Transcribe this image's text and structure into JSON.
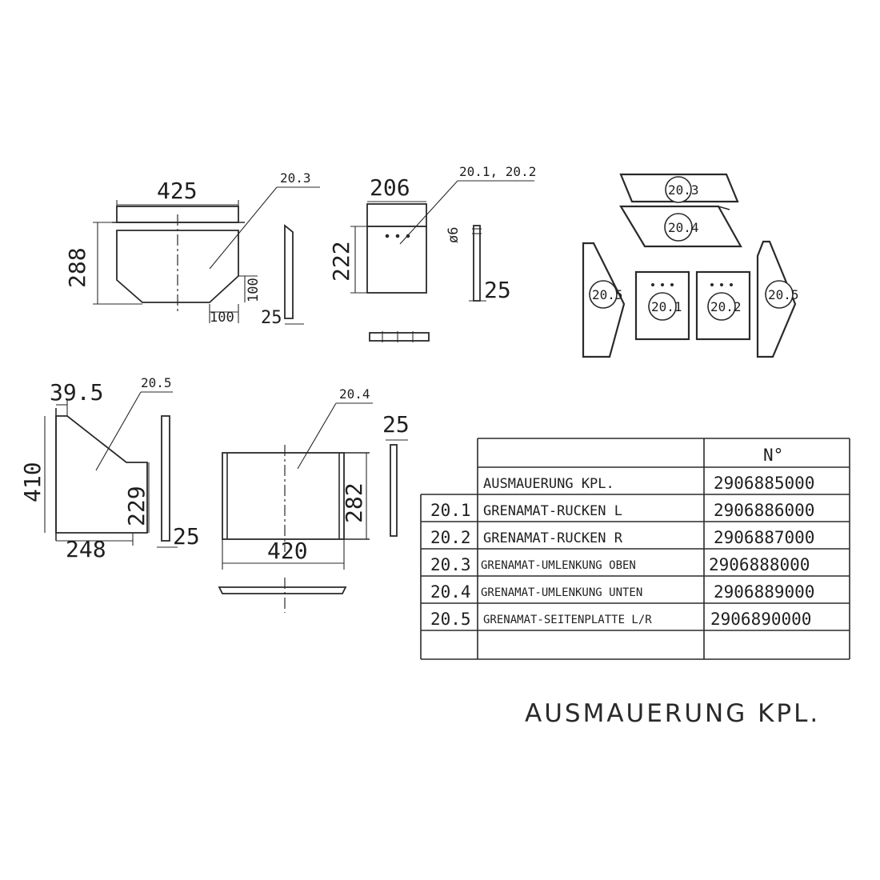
{
  "drawings": {
    "p203": {
      "width": "425",
      "height": "288",
      "label": "20.3",
      "cut_h": "100",
      "cut_v": "100",
      "thickness": "25"
    },
    "p201": {
      "width": "206",
      "height": "222",
      "label": "20.1, 20.2",
      "hole": "ø6",
      "thickness": "25"
    },
    "p205": {
      "top": "39.5",
      "height": "410",
      "label": "20.5",
      "bottom": "248",
      "inner": "229",
      "thickness": "25"
    },
    "p204": {
      "width": "420",
      "height": "282",
      "label": "20.4",
      "thickness": "25"
    }
  },
  "iso_badges": {
    "top": "20.3",
    "second": "20.4",
    "left": "20.5",
    "right": "20.5",
    "back_l": "20.1",
    "back_r": "20.2"
  },
  "table": {
    "header": "N°",
    "rows": [
      {
        "num": "",
        "name": "AUSMAUERUNG KPL.",
        "article": "2906885000"
      },
      {
        "num": "20.1",
        "name": "GRENAMAT-RUCKEN L",
        "article": "2906886000"
      },
      {
        "num": "20.2",
        "name": "GRENAMAT-RUCKEN R",
        "article": "2906887000"
      },
      {
        "num": "20.3",
        "name": "GRENAMAT-UMLENKUNG OBEN",
        "article": "2906888000"
      },
      {
        "num": "20.4",
        "name": "GRENAMAT-UMLENKUNG UNTEN",
        "article": "2906889000"
      },
      {
        "num": "20.5",
        "name": "GRENAMAT-SEITENPLATTE L/R",
        "article": "2906890000"
      },
      {
        "num": "",
        "name": "",
        "article": ""
      }
    ]
  },
  "footer_title": "AUSMAUERUNG KPL."
}
